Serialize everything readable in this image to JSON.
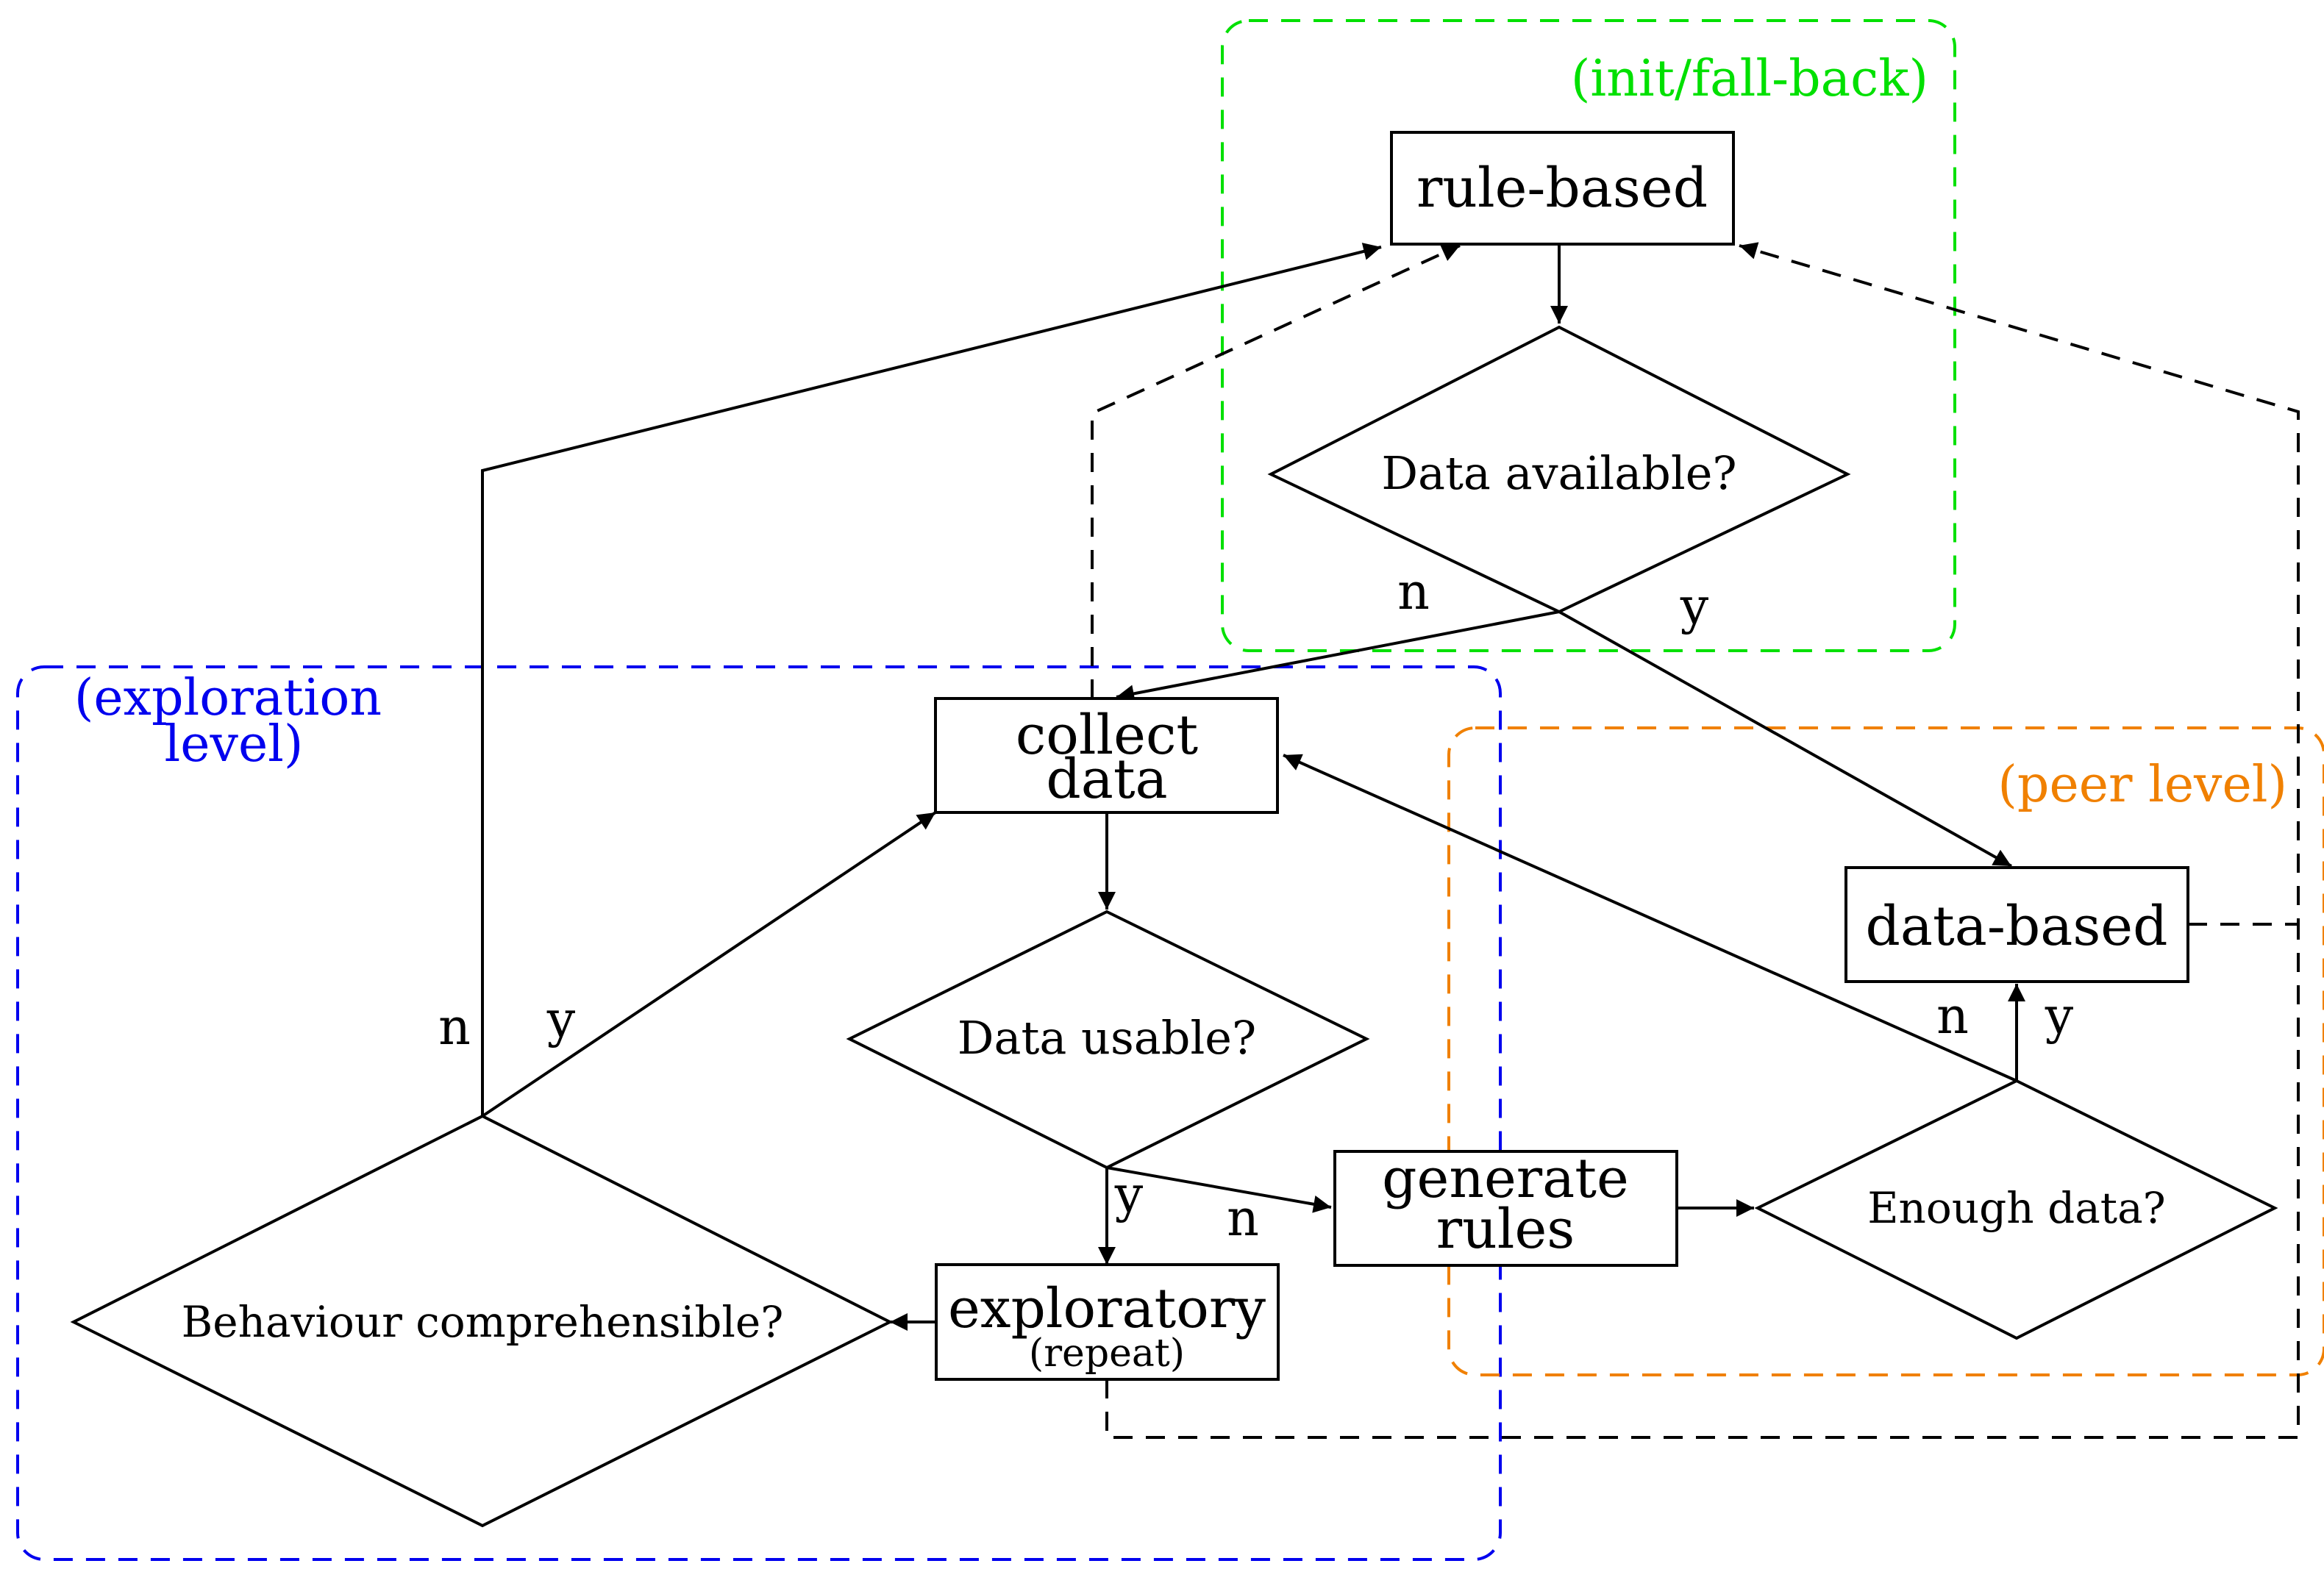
{
  "groups": {
    "init": {
      "label": "(init/fall-back)",
      "color": "#00e000"
    },
    "exploration": {
      "label_line1": "(exploration",
      "label_line2": "level)",
      "color": "#0000ee"
    },
    "peer": {
      "label": "(peer level)",
      "color": "#f08000"
    }
  },
  "nodes": {
    "rule_based": "rule-based",
    "data_available": "Data available?",
    "collect_data_1": "collect",
    "collect_data_2": "data",
    "data_usable": "Data usable?",
    "exploratory": "exploratory",
    "exploratory_sub": "(repeat)",
    "behaviour": "Behaviour comprehensible?",
    "generate_rules_1": "generate",
    "generate_rules_2": "rules",
    "enough_data": "Enough data?",
    "data_based": "data-based"
  },
  "edge_labels": {
    "data_available_no": "n",
    "data_available_yes": "y",
    "behaviour_no": "n",
    "behaviour_yes": "y",
    "data_usable_yes": "y",
    "data_usable_no": "n",
    "enough_data_no": "n",
    "enough_data_yes": "y"
  }
}
